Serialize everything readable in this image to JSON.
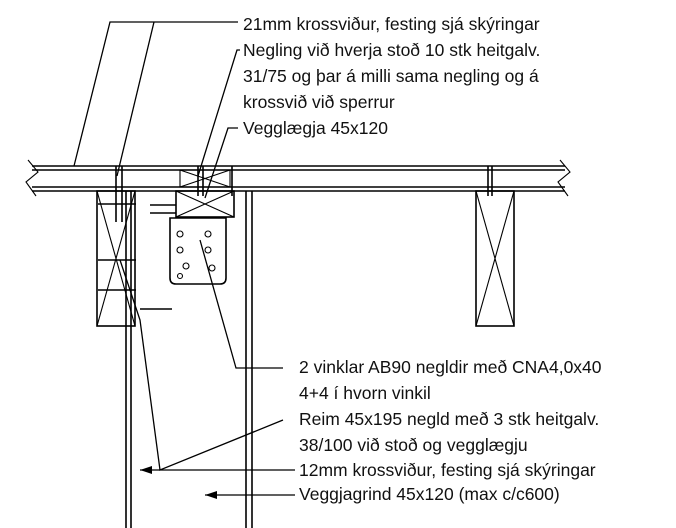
{
  "annotations": {
    "sheathing_roof": "21mm krossviður, festing sjá skýringar",
    "nailing_line1": "Negling við hverja stoð 10 stk heitgalv.",
    "nailing_line2": "31/75 og þar á milli sama negling og á",
    "nailing_line3": "krossvið við sperrur",
    "wall_plate": "Vegglægja 45x120",
    "brackets_line1": "2 vinklar AB90 negldir með CNA4,0x40",
    "brackets_line2": "4+4 í hvorn vinkil",
    "strap_line1": "Reim 45x195 negld með 3 stk heitgalv.",
    "strap_line2": "38/100 við stoð og vegglægju",
    "sheathing_wall": "12mm krossviður, festing sjá skýringar",
    "wall_frame": "Veggjagrind 45x120 (max c/c600)"
  }
}
